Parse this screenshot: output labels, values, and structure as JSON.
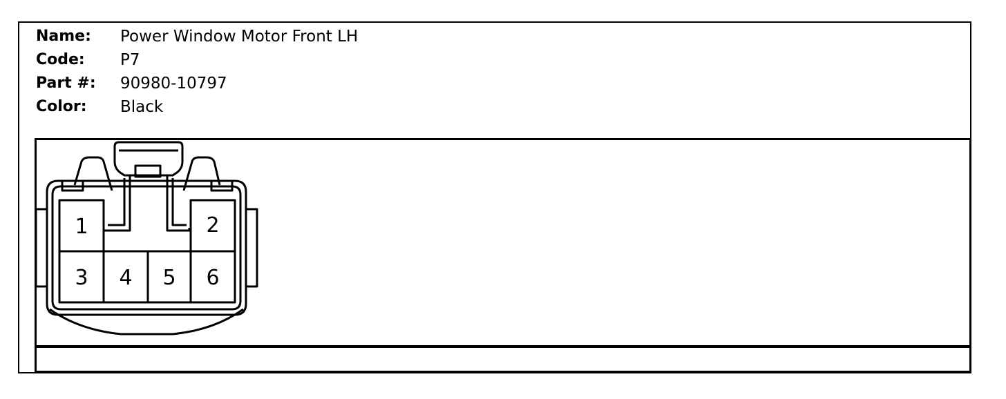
{
  "connector_info": {
    "name_label": "Name:",
    "name_value": "Power Window Motor Front LH",
    "code_label": "Code:",
    "code_value": "P7",
    "part_label": "Part #:",
    "part_value": "90980-10797",
    "color_label": "Color:",
    "color_value": "Black"
  },
  "pins": {
    "p1": "1",
    "p2": "2",
    "p3": "3",
    "p4": "4",
    "p5": "5",
    "p6": "6"
  }
}
